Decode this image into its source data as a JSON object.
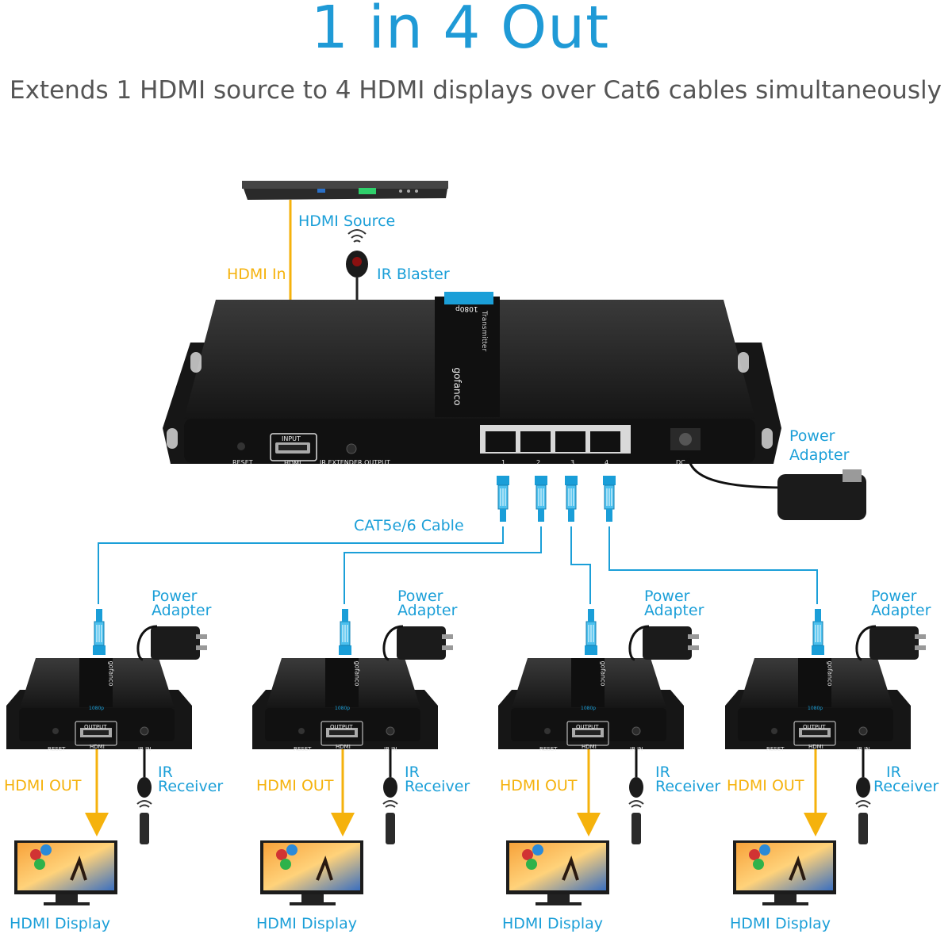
{
  "title": "1 in 4 Out",
  "subtitle": "Extends  1 HDMI source to 4 HDMI displays over Cat6 cables simultaneously",
  "source": {
    "label": "HDMI Source",
    "hdmi_in_label": "HDMI In",
    "ir_blaster_label": "IR Blaster"
  },
  "transmitter": {
    "brand": "gofanco",
    "model_badge": "1080p",
    "model_text": "Transmitter",
    "reset_label": "RESET",
    "input_label": "INPUT",
    "hdmi_label": "HDMI",
    "ir_ext_label": "IR EXTENDER OUTPUT",
    "ports": [
      "1",
      "2",
      "3",
      "4"
    ],
    "dc_label": "DC",
    "power_adapter_label": [
      "Power",
      "Adapter"
    ]
  },
  "cable_label": "CAT5e/6 Cable",
  "receivers": [
    {
      "power_label": [
        "Power",
        "Adapter"
      ],
      "hdmi_out": "HDMI OUT",
      "ir_label": [
        "IR",
        "Receiver"
      ],
      "display_label": "HDMI Display",
      "reset": "RESET",
      "output": "OUTPUT",
      "hdmi": "HDMI",
      "irin": "IR IN",
      "badge": "1080p",
      "brand": "gofanco"
    },
    {
      "power_label": [
        "Power",
        "Adapter"
      ],
      "hdmi_out": "HDMI OUT",
      "ir_label": [
        "IR",
        "Receiver"
      ],
      "display_label": "HDMI Display",
      "reset": "RESET",
      "output": "OUTPUT",
      "hdmi": "HDMI",
      "irin": "IR IN",
      "badge": "1080p",
      "brand": "gofanco"
    },
    {
      "power_label": [
        "Power",
        "Adapter"
      ],
      "hdmi_out": "HDMI OUT",
      "ir_label": [
        "IR",
        "Receiver"
      ],
      "display_label": "HDMI Display",
      "reset": "RESET",
      "output": "OUTPUT",
      "hdmi": "HDMI",
      "irin": "IR IN",
      "badge": "1080p",
      "brand": "gofanco"
    },
    {
      "power_label": [
        "Power",
        "Adapter"
      ],
      "hdmi_out": "HDMI OUT",
      "ir_label": [
        "IR",
        "Receiver"
      ],
      "display_label": "HDMI Display",
      "reset": "RESET",
      "output": "OUTPUT",
      "hdmi": "HDMI",
      "irin": "IR IN",
      "badge": "1080p",
      "brand": "gofanco"
    }
  ],
  "colors": {
    "accent_blue": "#1b9fd8",
    "hdmi_orange": "#f5b20c",
    "device_black": "#1c1c1c"
  }
}
